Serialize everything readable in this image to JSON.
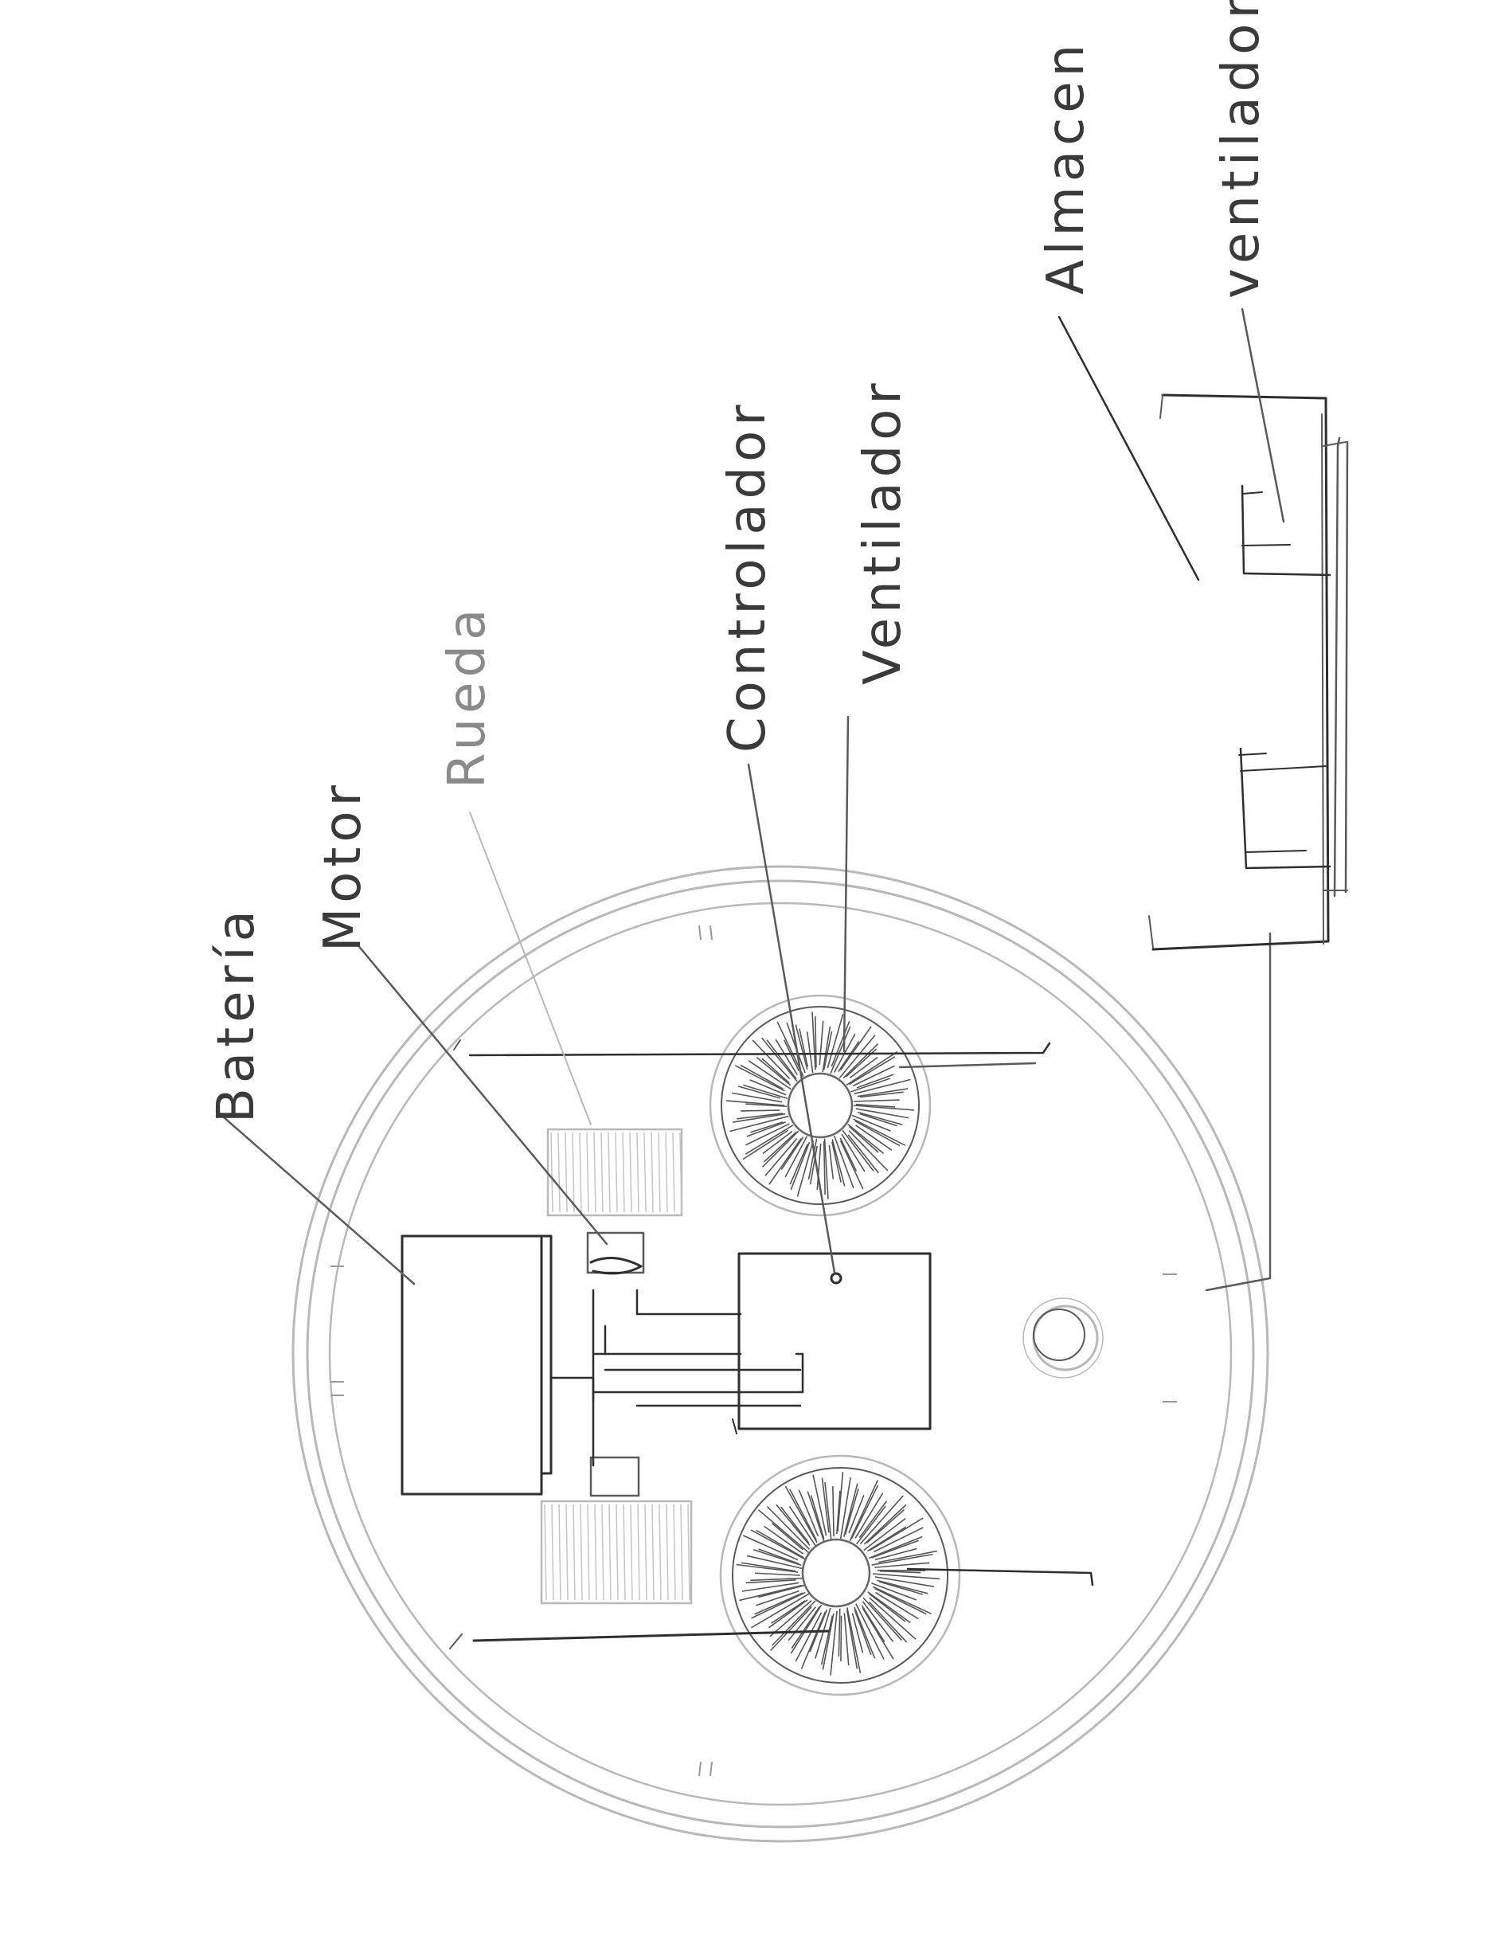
{
  "labels": {
    "bateria": "Batería",
    "motor": "Motor",
    "rueda": "Rueda",
    "controlador": "Controlador",
    "ventilador_main": "Ventilador",
    "almacen": "Almacen",
    "ventilador_side": "ventilador"
  }
}
